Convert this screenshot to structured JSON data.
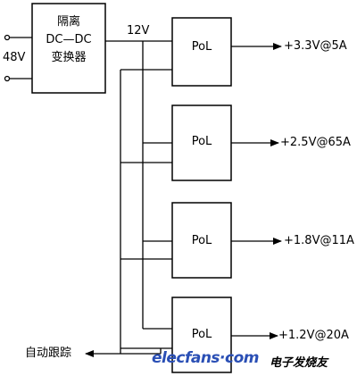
{
  "input_label": "48V",
  "converter": {
    "line1": "隔离",
    "line2": "DC—DC",
    "line3": "变换器"
  },
  "bus_label": "12V",
  "pol_modules": [
    {
      "label": "PoL",
      "output": "+3.3V@5A"
    },
    {
      "label": "PoL",
      "output": "+2.5V@65A"
    },
    {
      "label": "PoL",
      "output": "+1.8V@11A"
    },
    {
      "label": "PoL",
      "output": "+1.2V@20A"
    }
  ],
  "auto_tracking_label": "自动跟踪",
  "watermark": {
    "logo": "elecfans·com",
    "site_name": "电子发烧友"
  },
  "colors": {
    "line": "#000000",
    "watermark_blue": "#2a4fb5"
  }
}
